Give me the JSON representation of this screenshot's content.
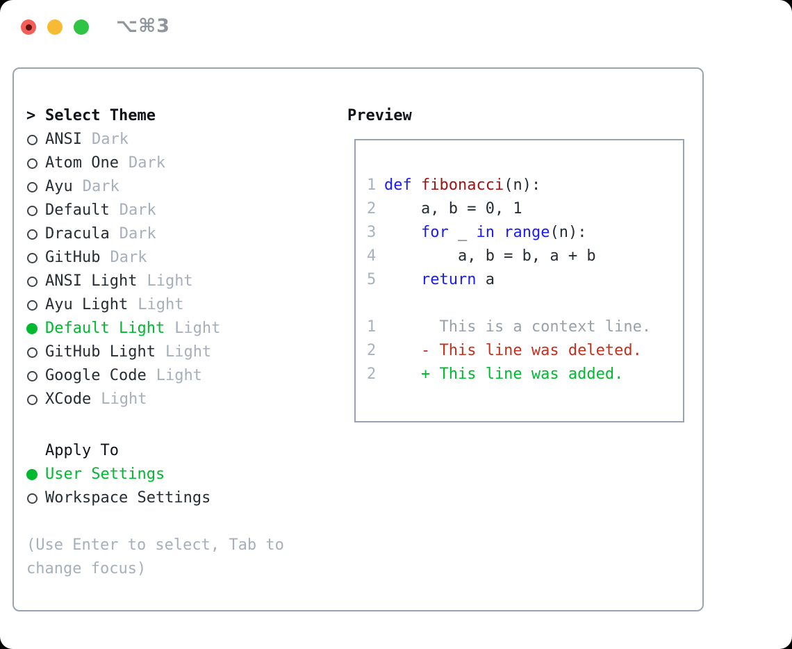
{
  "window": {
    "title": "⌥⌘3"
  },
  "colors": {
    "accent_green": "#00b92f",
    "text_dark": "#262c33",
    "heading": "#101418",
    "muted": "#a6afbb",
    "panel_border": "#9aa3b0",
    "keyword_blue": "#1a1aff",
    "function_red": "#a31212",
    "deleted_red": "#c2311d",
    "added_green": "#00b92f",
    "line_number": "#a7b1bf",
    "context_gray": "#99a1aa",
    "title_gray": "#8e959d",
    "ring": "#3d444d",
    "light_red": "#f35e56",
    "light_red_dot": "#5f1210",
    "light_yellow": "#f7bb33",
    "light_green": "#30c447"
  },
  "theme_select": {
    "header_prefix": ">",
    "header_label": "Select Theme",
    "themes": [
      {
        "name": "ANSI",
        "variant": "Dark",
        "selected": false
      },
      {
        "name": "Atom One",
        "variant": "Dark",
        "selected": false
      },
      {
        "name": "Ayu",
        "variant": "Dark",
        "selected": false
      },
      {
        "name": "Default",
        "variant": "Dark",
        "selected": false
      },
      {
        "name": "Dracula",
        "variant": "Dark",
        "selected": false
      },
      {
        "name": "GitHub",
        "variant": "Dark",
        "selected": false
      },
      {
        "name": "ANSI Light",
        "variant": "Light",
        "selected": false
      },
      {
        "name": "Ayu Light",
        "variant": "Light",
        "selected": false
      },
      {
        "name": "Default Light",
        "variant": "Light",
        "selected": true
      },
      {
        "name": "GitHub Light",
        "variant": "Light",
        "selected": false
      },
      {
        "name": "Google Code",
        "variant": "Light",
        "selected": false
      },
      {
        "name": "XCode",
        "variant": "Light",
        "selected": false
      }
    ],
    "apply_header": "Apply To",
    "apply_options": [
      {
        "name": "User Settings",
        "selected": true
      },
      {
        "name": "Workspace Settings",
        "selected": false
      }
    ],
    "hint": "(Use Enter to select, Tab to change focus)"
  },
  "preview": {
    "label": "Preview",
    "code": [
      {
        "num": "1",
        "tokens": [
          {
            "t": "def",
            "s": "keyword"
          },
          {
            "t": " ",
            "s": "plain"
          },
          {
            "t": "fibonacci",
            "s": "function"
          },
          {
            "t": "(n):",
            "s": "plain"
          }
        ]
      },
      {
        "num": "2",
        "tokens": [
          {
            "t": "    a, b = 0, 1",
            "s": "plain"
          }
        ]
      },
      {
        "num": "3",
        "tokens": [
          {
            "t": "    ",
            "s": "plain"
          },
          {
            "t": "for",
            "s": "keyword"
          },
          {
            "t": " _ ",
            "s": "plain"
          },
          {
            "t": "in",
            "s": "keyword"
          },
          {
            "t": " ",
            "s": "plain"
          },
          {
            "t": "range",
            "s": "keyword"
          },
          {
            "t": "(n):",
            "s": "plain"
          }
        ]
      },
      {
        "num": "4",
        "tokens": [
          {
            "t": "        a, b = b, a + b",
            "s": "plain"
          }
        ]
      },
      {
        "num": "5",
        "tokens": [
          {
            "t": "    ",
            "s": "plain"
          },
          {
            "t": "return",
            "s": "keyword"
          },
          {
            "t": " a",
            "s": "plain"
          }
        ]
      }
    ],
    "diff": [
      {
        "num": "1",
        "marker": "",
        "text": "This is a context line.",
        "type": "context"
      },
      {
        "num": "2",
        "marker": "-",
        "text": "This line was deleted.",
        "type": "deleted"
      },
      {
        "num": "2",
        "marker": "+",
        "text": "This line was added.",
        "type": "added"
      }
    ]
  }
}
